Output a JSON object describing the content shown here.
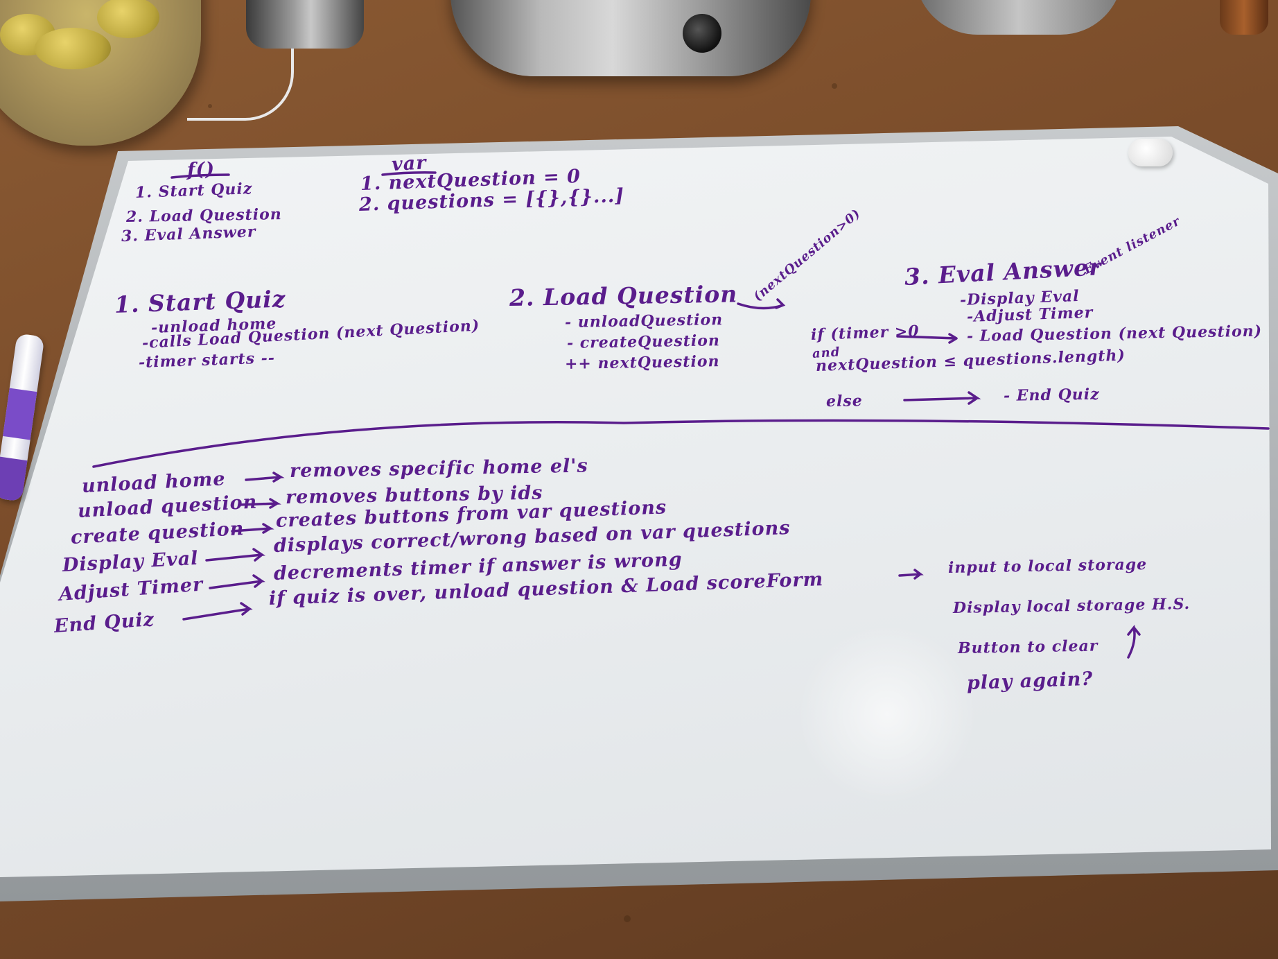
{
  "functions_header": {
    "title": "f()",
    "items": [
      "1. Start Quiz",
      "2. Load Question",
      "3. Eval Answer"
    ]
  },
  "vars_header": {
    "title": "var",
    "items": [
      "1. nextQuestion = 0",
      "2. questions = [{},{}...]"
    ]
  },
  "start_quiz": {
    "title": "1. Start Quiz",
    "lines": [
      "-unload home",
      "-calls Load Question (next Question)",
      "-timer starts --"
    ]
  },
  "load_question": {
    "title": "2. Load Question",
    "note": "(nextQuestion>0)",
    "lines": [
      "- unloadQuestion",
      "- createQuestion",
      "++  nextQuestion"
    ]
  },
  "eval_answer": {
    "title": "3. Eval Answer",
    "note": "Event listener",
    "lines": [
      "-Display Eval",
      "-Adjust Timer"
    ],
    "cond_if": "if (timer >0",
    "cond_and": "and",
    "cond_next": "nextQuestion ≤ questions.length)",
    "then": "- Load Question (next Question)",
    "else_label": "else",
    "else_action": "- End Quiz"
  },
  "definitions": [
    {
      "term": "unload home",
      "desc": "removes specific home el's"
    },
    {
      "term": "unload question",
      "desc": "removes buttons by ids"
    },
    {
      "term": "create question",
      "desc": "creates buttons from var questions"
    },
    {
      "term": "Display Eval",
      "desc": "displays correct/wrong based on var questions"
    },
    {
      "term": "Adjust Timer",
      "desc": "decrements timer if answer is wrong"
    },
    {
      "term": "End Quiz",
      "desc": "if quiz is over, unload question & Load scoreForm"
    }
  ],
  "end_notes": [
    "input to local storage",
    "Display local storage H.S.",
    "Button to clear",
    "play again?"
  ],
  "ink_color": "#5a1d8c"
}
